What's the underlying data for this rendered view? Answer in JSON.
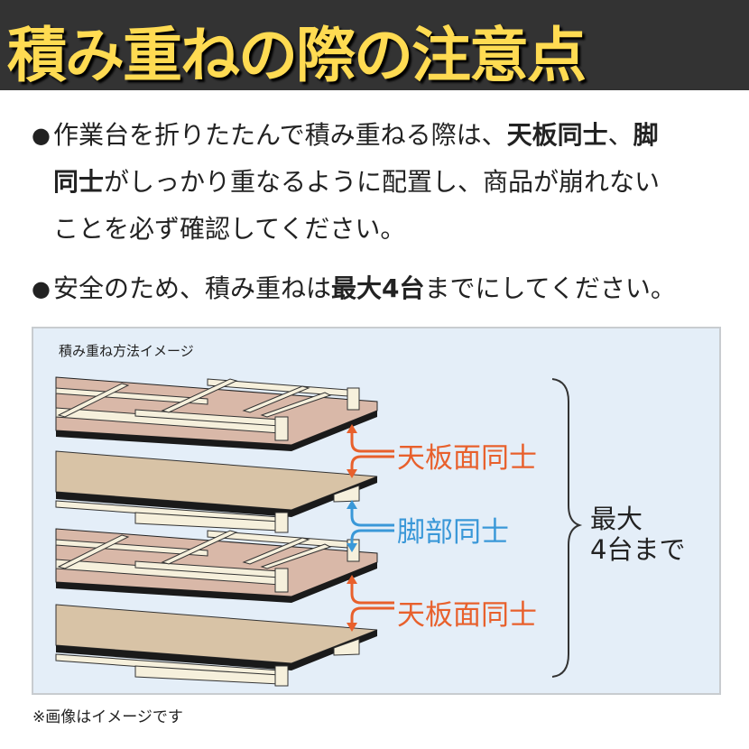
{
  "header": {
    "title": "積み重ねの際の注意点"
  },
  "notes": [
    {
      "bullet": "●",
      "line1_a": "作業台を折りたたんで積み重ねる際は、",
      "line1_b": "天板同士",
      "line1_c": "、",
      "line1_d": "脚",
      "line2_a": "同士",
      "line2_b": "がしっかり重なるように配置し、商品が崩れない",
      "line3": "ことを必ず確認してください。"
    },
    {
      "bullet": "●",
      "a": "安全のため、積み重ねは",
      "b": "最大4台",
      "c": "までにしてください。"
    }
  ],
  "diagram": {
    "caption": "積み重ね方法イメージ",
    "labels": {
      "top1": "天板面同士",
      "legs": "脚部同士",
      "top2": "天板面同士"
    },
    "max_line1": "最大",
    "max_line2": "4台まで"
  },
  "footnote": "※画像はイメージです",
  "colors": {
    "header_bg": "#333333",
    "title": "#ffdb52",
    "orange": "#e8602c",
    "blue": "#3a98d8",
    "diagram_bg": "#e4eef8"
  }
}
